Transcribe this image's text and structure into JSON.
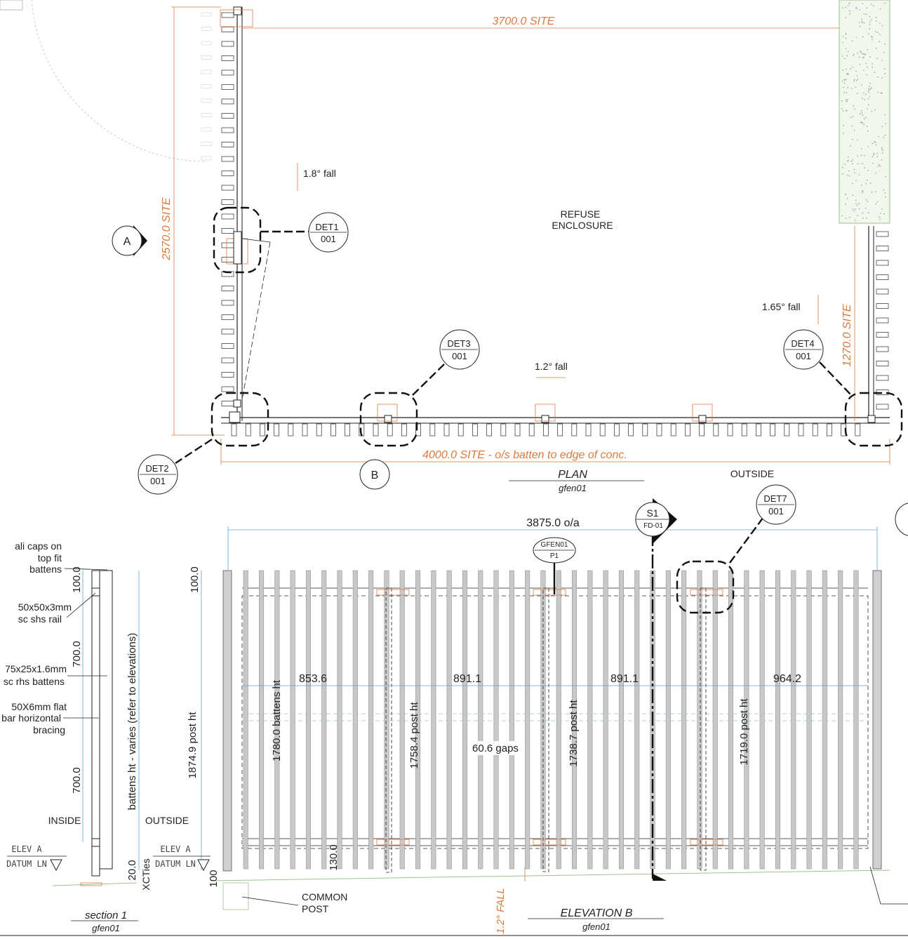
{
  "plan": {
    "dim_top": "3700.0 SITE",
    "dim_left": "2570.0 SITE",
    "dim_right": "1270.0 SITE",
    "dim_bottom": "4000.0 SITE - o/s batten to edge of conc.",
    "fall_1": "1.8° fall",
    "fall_2": "1.65° fall",
    "fall_3": "1.2° fall",
    "enclosure_line1": "REFUSE",
    "enclosure_line2": "ENCLOSURE",
    "outside": "OUTSIDE",
    "title": "PLAN",
    "subtitle": "gfen01",
    "section_a": "A",
    "section_b": "B",
    "callouts": [
      {
        "top": "DET1",
        "bottom": "001"
      },
      {
        "top": "DET2",
        "bottom": "001"
      },
      {
        "top": "DET3",
        "bottom": "001"
      },
      {
        "top": "DET4",
        "bottom": "001"
      },
      {
        "top": "DET7",
        "bottom": "001"
      }
    ]
  },
  "section": {
    "label_caps_1": "ali caps on",
    "label_caps_2": "top fit",
    "label_caps_3": "battens",
    "label_rail_1": "50x50x3mm",
    "label_rail_2": "sc shs rail",
    "label_batten_1": "75x25x1.6mm",
    "label_batten_2": "sc rhs battens",
    "label_brace_1": "50X6mm flat",
    "label_brace_2": "bar horizontal",
    "label_brace_3": "bracing",
    "dim_100": "100.0",
    "dim_700a": "700.0",
    "dim_700b": "700.0",
    "dim_battens": "battens ht - varies (refer to elevations)",
    "inside": "INSIDE",
    "outside": "OUTSIDE",
    "elev": "ELEV A",
    "datum": "DATUM LN",
    "dim_20": "20.0",
    "xcties": "XCTies",
    "title": "section 1",
    "subtitle": "gfen01"
  },
  "elevation": {
    "overall": "3875.0 o/a",
    "dim_100": "100.0",
    "post_ht_1": "1874.9 post ht",
    "battens_ht": "1780.0 battens ht",
    "post_ht_2": "1758.4 post ht",
    "post_ht_3": "1738.7 post ht",
    "post_ht_4": "1719.0 post ht",
    "bay_1": "853.6",
    "bay_2": "891.1",
    "bay_3": "891.1",
    "bay_4": "964.2",
    "gaps": "60.6 gaps",
    "dim_130": "130.0",
    "dim_100b": "100",
    "elev": "ELEV A",
    "datum": "DATUM LN",
    "common_1": "COMMON",
    "common_2": "POST",
    "fall": "1.2° FALL",
    "title": "ELEVATION B",
    "subtitle": "gfen01",
    "tag_top": "GFEN01",
    "tag_bottom": "P1",
    "s1_top": "S1",
    "s1_bottom": "FD-01"
  },
  "colors": {
    "dimension": "#e07a3c",
    "blue_dim": "#5aa6d6",
    "batten": "#c8c8c8",
    "line": "#222222"
  }
}
